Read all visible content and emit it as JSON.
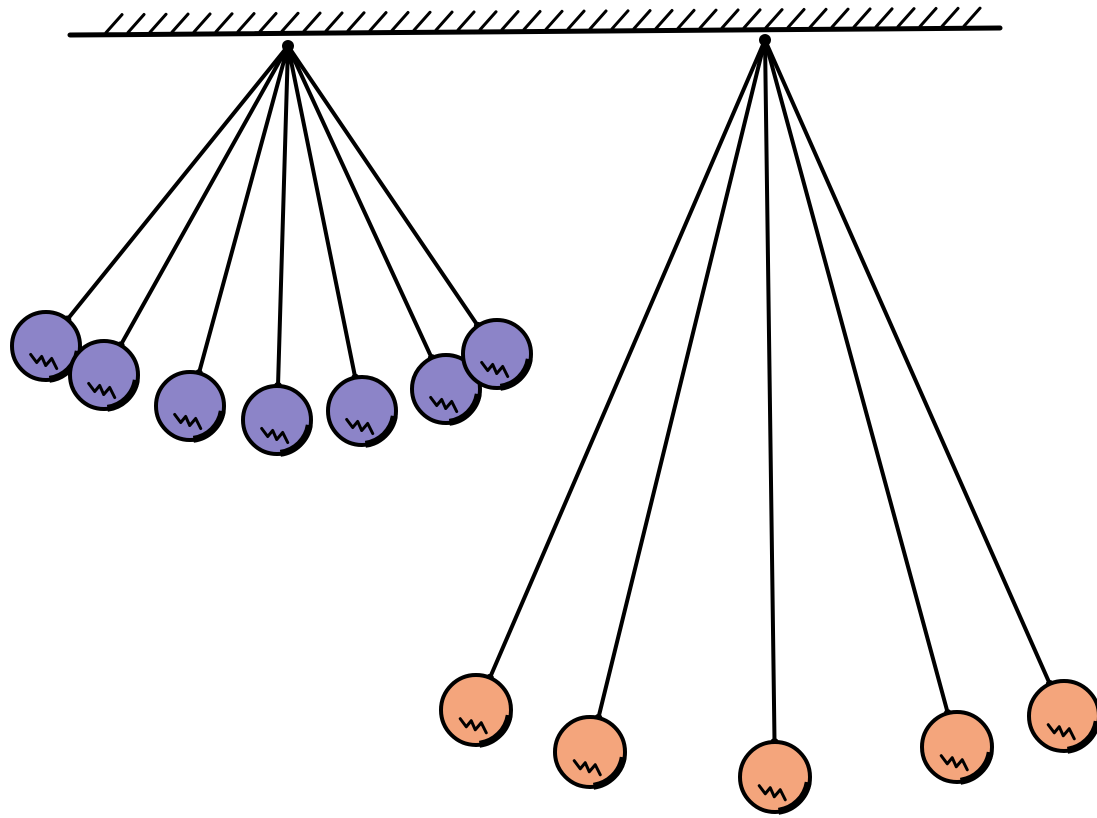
{
  "colors": {
    "background": "#ffffff",
    "ink": "#000000",
    "short_pendulum_bob": "#8c84c8",
    "long_pendulum_bob": "#f4a57c"
  },
  "pendulums": [
    {
      "name": "short-pendulum",
      "bob_color_key": "short_pendulum_bob",
      "positions_shown": 7
    },
    {
      "name": "long-pendulum",
      "bob_color_key": "long_pendulum_bob",
      "positions_shown": 5
    }
  ]
}
